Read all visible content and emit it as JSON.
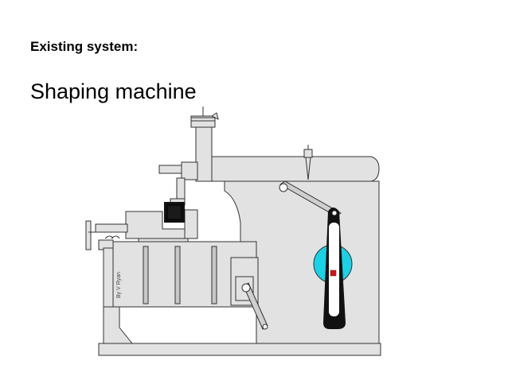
{
  "slide": {
    "heading": "Existing system:",
    "title": "Shaping machine"
  },
  "diagram": {
    "credit": "By V Ryan",
    "colors": {
      "body": "#e2e2e2",
      "outline": "#333333",
      "tool_block": "#111111",
      "crank_wheel": "#18d2e6",
      "crank_pin": "#dd1111",
      "slotted_arm": "#111111"
    }
  }
}
